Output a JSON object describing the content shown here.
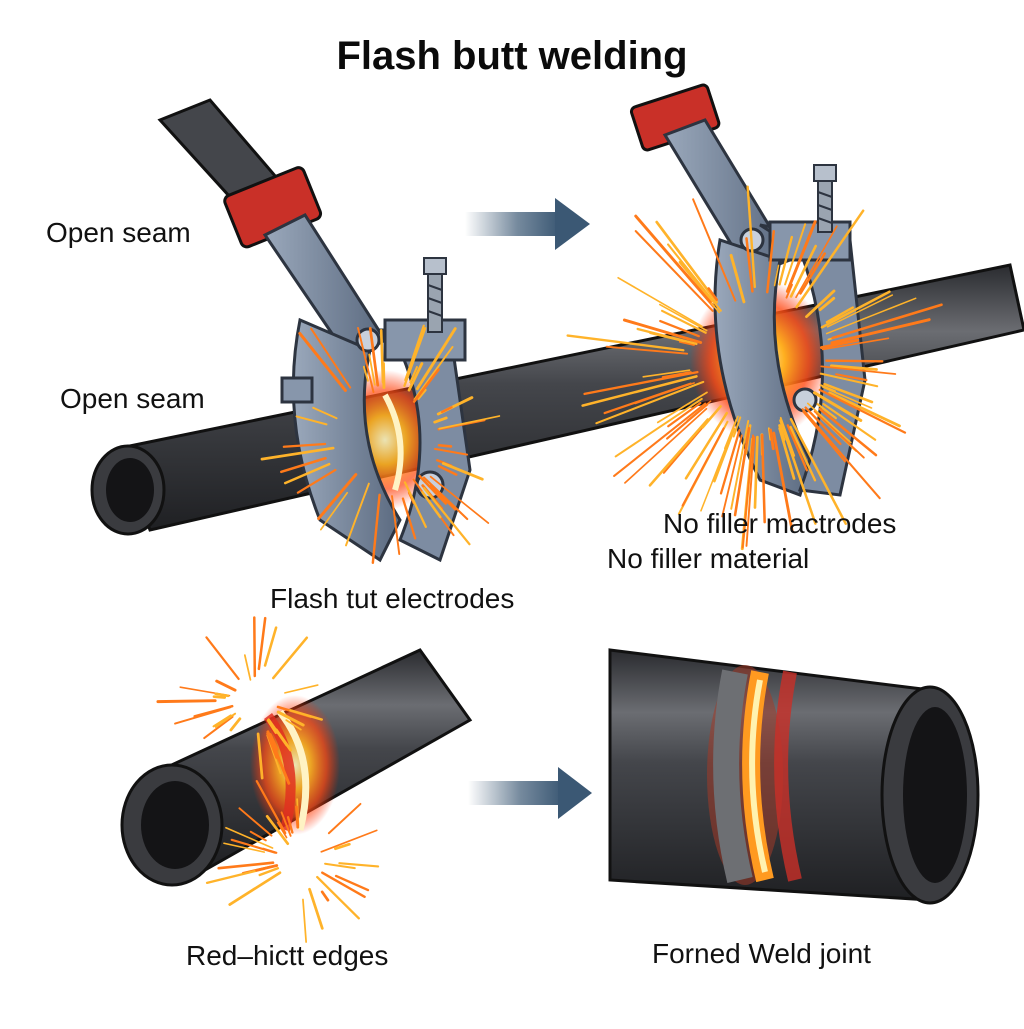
{
  "title": "Flash butt welding",
  "labels": {
    "open_seam_top": "Open seam",
    "open_seam_mid": "Open seam",
    "electrodes": "Flash tut electrodes",
    "no_filler_1": "No filler maсtrodes",
    "no_filler_2": "No filler material",
    "red_hot": "Red–hictt edges",
    "formed_joint": "Forned Weld joint"
  },
  "colors": {
    "pipe_dark": "#2e2f33",
    "pipe_mid": "#55575c",
    "pipe_light": "#8a8c90",
    "clamp": "#7f8fa6",
    "clamp_dark": "#4f5d70",
    "red_collar": "#d0342c",
    "glow": "#ff5a1f",
    "arrow": "#3b5874"
  },
  "icons": [
    "flow-arrow-icon",
    "spark-burst-icon",
    "clamp-screw-icon"
  ]
}
